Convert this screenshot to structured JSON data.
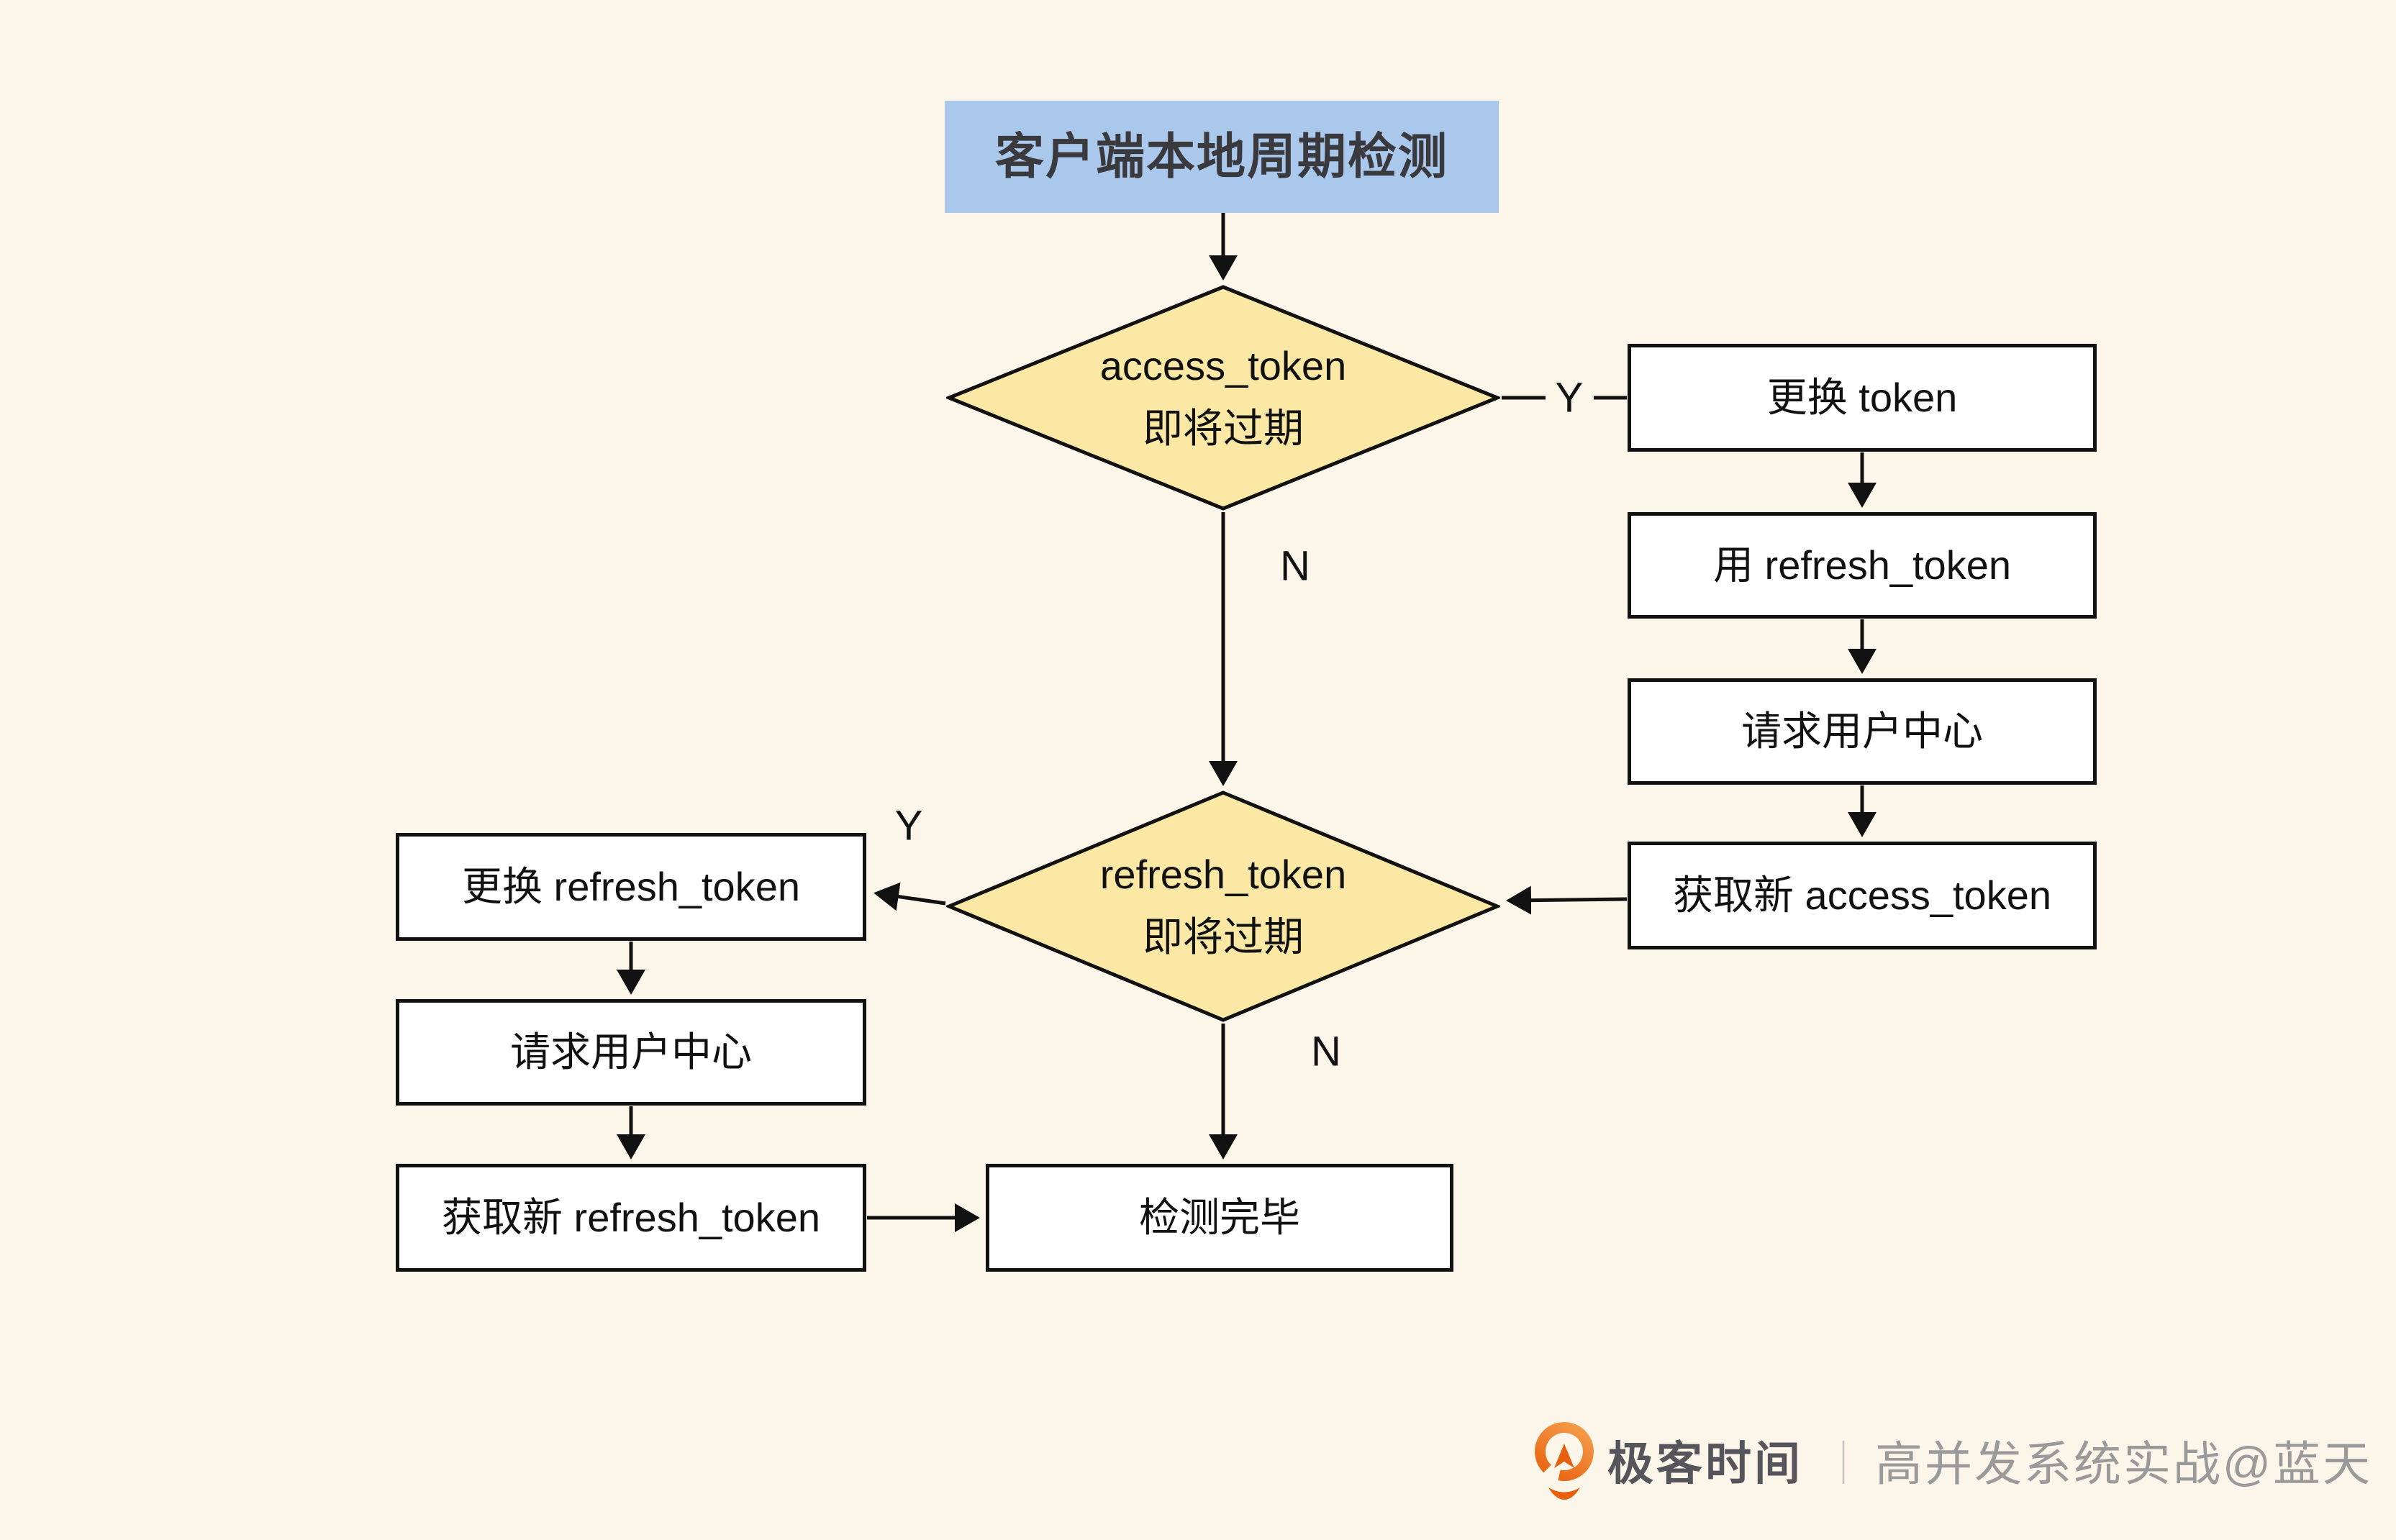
{
  "colors": {
    "bg": "#fbf6e9",
    "node-blue": "#a9c8ec",
    "node-yellow": "#fce8a5",
    "node-white": "#ffffff",
    "stroke": "#111111",
    "text": "#111111",
    "title-text": "#3a3a3e",
    "logo-orange-1": "#f6a04c",
    "logo-orange-2": "#e8600f",
    "brand-dark": "#55555b",
    "brand-gray": "#9a9a9a",
    "separator-gray": "#c4c4c4"
  },
  "nodes": {
    "title": {
      "label": "客户端本地周期检测"
    },
    "access_check": {
      "line1": "access_token",
      "line2": "即将过期"
    },
    "refresh_check": {
      "line1": "refresh_token",
      "line2": "即将过期"
    },
    "swap_token": {
      "label": "更换 token"
    },
    "use_refresh_token": {
      "label": "用 refresh_token"
    },
    "request_user_center_right": {
      "label": "请求用户中心"
    },
    "get_new_access_token": {
      "label": "获取新 access_token"
    },
    "swap_refresh_token": {
      "label": "更换 refresh_token"
    },
    "request_user_center_left": {
      "label": "请求用户中心"
    },
    "get_new_refresh_token": {
      "label": "获取新 refresh_token"
    },
    "done": {
      "label": "检测完毕"
    }
  },
  "labels": {
    "yes_top": "Y",
    "no_mid": "N",
    "yes_left": "Y",
    "no_bottom": "N"
  },
  "footer": {
    "brand": "极客时间",
    "separator": "｜",
    "watermark": "高并发系统实战@蓝天"
  }
}
